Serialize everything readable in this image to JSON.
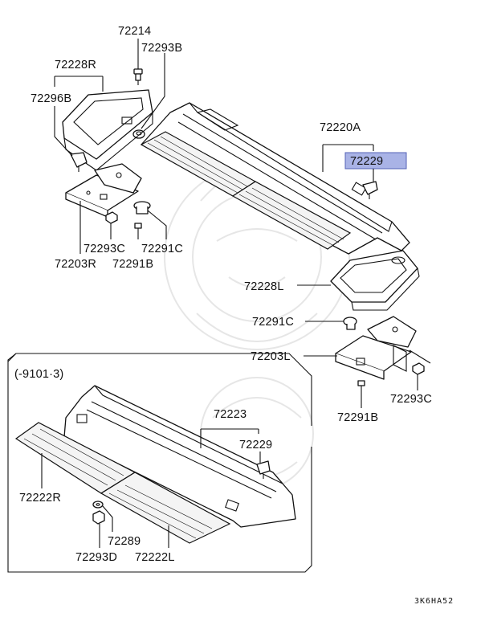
{
  "parts": {
    "p72214": "72214",
    "p72293B": "72293B",
    "p72228R": "72228R",
    "p72296B": "72296B",
    "p72220A": "72220A",
    "p72229_top": "72229",
    "p72293C_left": "72293C",
    "p72291C_left": "72291C",
    "p72203R": "72203R",
    "p72291B_left": "72291B",
    "p72228L": "72228L",
    "p72291C_right": "72291C",
    "p72203L": "72203L",
    "p72293C_right": "72293C",
    "p72291B_right": "72291B",
    "p72223": "72223",
    "p72229_inset": "72229",
    "p72222R": "72222R",
    "p72289": "72289",
    "p72293D": "72293D",
    "p72222L": "72222L"
  },
  "inset_label": "(-9101·3)",
  "diagram_code": "3K6HA52",
  "highlight": {
    "part": "72229",
    "color": "#a9b3e6"
  }
}
